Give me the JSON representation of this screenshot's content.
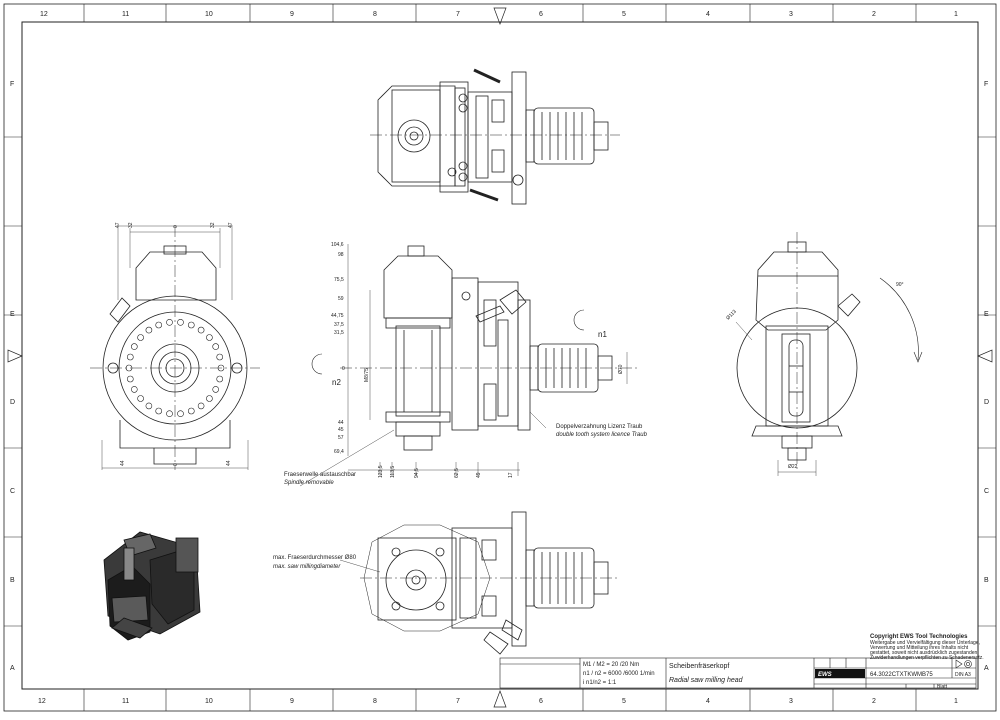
{
  "border": {
    "columns": [
      "12",
      "11",
      "10",
      "9",
      "8",
      "7",
      "6",
      "5",
      "4",
      "3",
      "2",
      "1"
    ],
    "rows": [
      "F",
      "E",
      "D",
      "C",
      "B",
      "A"
    ]
  },
  "dimensions": {
    "left_top": [
      "47",
      "32",
      "0",
      "32",
      "47"
    ],
    "left_bottom": [
      "44",
      "0",
      "44"
    ],
    "center_left": [
      "104,6",
      "98",
      "75,5",
      "59",
      "44,75",
      "37,5",
      "31,5",
      "0",
      "44",
      "45",
      "57",
      "69,4"
    ],
    "center_mid": "M8/75",
    "center_bottom": [
      "123,5",
      "113,5",
      "94,5",
      "62,5",
      "49",
      "17"
    ],
    "center_axis": "0",
    "right_phi": "Ø113",
    "right_angle": "90°",
    "right_bottom_phi": "Ø22",
    "shaft_phi": "Ø70"
  },
  "labels": {
    "n1": "n1",
    "n2": "n2",
    "teeth_de": "Doppelverzahnung Lizenz Traub",
    "teeth_en": "double tooth system licence Traub",
    "spindle_de": "Fraeserwelle austauschbar",
    "spindle_en": "Spindle removable",
    "saw_de": "max. Fraeserdurchmesser Ø80",
    "saw_en": "max. saw millingdiameter"
  },
  "copyright": {
    "title": "Copyright EWS Tool Technologies",
    "lines": [
      "Weitergabe und Vervielfältigung dieser Unterlage,",
      "Verwertung und Mitteilung ihres Inhalts nicht",
      "gestattet, soweit nicht ausdrücklich zugestanden.",
      "Zuwiderhandlungen verpflichten zu Schadenersatz."
    ]
  },
  "title_block": {
    "specs": [
      "M1 / M2 = 20 /20  Nm",
      "n1 / n2 = 6000 /6000  1/min",
      "i  n1/n2 = 1:1"
    ],
    "title_de": "Scheibenfräserkopf",
    "title_en": "Radial saw milling head",
    "part_number": "64.3022CTXTKWMB75",
    "logo": "EWS",
    "sheet": "Blatt",
    "din": "DIN A3"
  }
}
